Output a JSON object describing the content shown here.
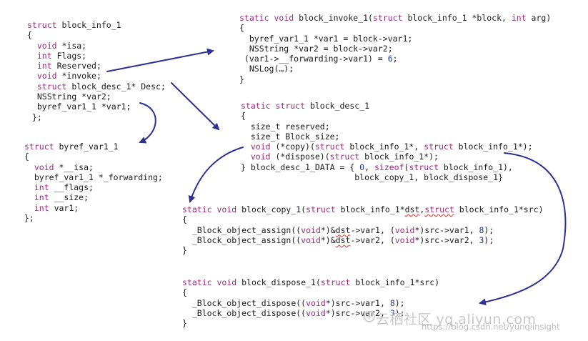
{
  "colors": {
    "keyword": "#a0287e",
    "number": "#1f3a93",
    "text": "#1a1a1a",
    "arrow": "#2e3192",
    "watermark": "#c8c8c8"
  },
  "blocks": [
    {
      "id": "block-info-1",
      "lines": [
        [
          {
            "t": "kw",
            "v": "struct"
          },
          {
            "t": "p",
            "v": " block_info_1"
          }
        ],
        [
          {
            "t": "p",
            "v": "{"
          }
        ],
        [
          {
            "t": "p",
            "v": "  "
          },
          {
            "t": "kw",
            "v": "void"
          },
          {
            "t": "p",
            "v": " *isa;"
          }
        ],
        [
          {
            "t": "p",
            "v": "  "
          },
          {
            "t": "kw",
            "v": "int"
          },
          {
            "t": "p",
            "v": " Flags;"
          }
        ],
        [
          {
            "t": "p",
            "v": "  "
          },
          {
            "t": "kw",
            "v": "int"
          },
          {
            "t": "p",
            "v": " Reserved;"
          }
        ],
        [
          {
            "t": "p",
            "v": "  "
          },
          {
            "t": "kw",
            "v": "void"
          },
          {
            "t": "p",
            "v": " *invoke;"
          }
        ],
        [
          {
            "t": "p",
            "v": "  "
          },
          {
            "t": "kw",
            "v": "struct"
          },
          {
            "t": "p",
            "v": " block_desc_1* Desc;"
          }
        ],
        [
          {
            "t": "p",
            "v": "  NSString *var2;"
          }
        ],
        [
          {
            "t": "p",
            "v": "  byref_var1_1 *var1;"
          }
        ],
        [
          {
            "t": "p",
            "v": " };"
          }
        ]
      ]
    },
    {
      "id": "byref-var1-1",
      "lines": [
        [
          {
            "t": "kw",
            "v": "struct"
          },
          {
            "t": "p",
            "v": " byref_var1_1"
          }
        ],
        [
          {
            "t": "p",
            "v": "{"
          }
        ],
        [
          {
            "t": "p",
            "v": "  "
          },
          {
            "t": "kw",
            "v": "void"
          },
          {
            "t": "p",
            "v": " *__isa;"
          }
        ],
        [
          {
            "t": "p",
            "v": "  byref_var1_1 *_forwarding;"
          }
        ],
        [
          {
            "t": "p",
            "v": "  "
          },
          {
            "t": "kw",
            "v": "int"
          },
          {
            "t": "p",
            "v": " __flags;"
          }
        ],
        [
          {
            "t": "p",
            "v": "  "
          },
          {
            "t": "kw",
            "v": "int"
          },
          {
            "t": "p",
            "v": " __size;"
          }
        ],
        [
          {
            "t": "p",
            "v": "  "
          },
          {
            "t": "kw",
            "v": "int"
          },
          {
            "t": "p",
            "v": " var1;"
          }
        ],
        [
          {
            "t": "p",
            "v": "};"
          }
        ]
      ]
    },
    {
      "id": "block-invoke-1",
      "lines": [
        [
          {
            "t": "kw",
            "v": "static"
          },
          {
            "t": "p",
            "v": " "
          },
          {
            "t": "kw",
            "v": "void"
          },
          {
            "t": "p",
            "v": " block_invoke_1("
          },
          {
            "t": "kw",
            "v": "struct"
          },
          {
            "t": "p",
            "v": " block_info_1 *block, "
          },
          {
            "t": "kw",
            "v": "int"
          },
          {
            "t": "p",
            "v": " arg)"
          }
        ],
        [
          {
            "t": "p",
            "v": "{"
          }
        ],
        [
          {
            "t": "p",
            "v": "  byref_var1_1 *var1 = block->var1;"
          }
        ],
        [
          {
            "t": "p",
            "v": "  NSString *var2 = block->var2;"
          }
        ],
        [
          {
            "t": "p",
            "v": " (var1->__forwarding->var1) = "
          },
          {
            "t": "num",
            "v": "6"
          },
          {
            "t": "p",
            "v": ";"
          }
        ],
        [
          {
            "t": "p",
            "v": "  NSLog(…);"
          }
        ],
        [
          {
            "t": "p",
            "v": "}"
          }
        ]
      ]
    },
    {
      "id": "block-desc-1",
      "lines": [
        [
          {
            "t": "kw",
            "v": "static"
          },
          {
            "t": "p",
            "v": " "
          },
          {
            "t": "kw",
            "v": "struct"
          },
          {
            "t": "p",
            "v": " block_desc_1"
          }
        ],
        [
          {
            "t": "p",
            "v": "{"
          }
        ],
        [
          {
            "t": "p",
            "v": "  size_t reserved;"
          }
        ],
        [
          {
            "t": "p",
            "v": "  size_t Block_size;"
          }
        ],
        [
          {
            "t": "p",
            "v": "  "
          },
          {
            "t": "kw",
            "v": "void"
          },
          {
            "t": "p",
            "v": " (*copy)("
          },
          {
            "t": "kw",
            "v": "struct"
          },
          {
            "t": "p",
            "v": " block_info_1*, "
          },
          {
            "t": "kw",
            "v": "struct"
          },
          {
            "t": "p",
            "v": " block_info_1*);"
          }
        ],
        [
          {
            "t": "p",
            "v": "  "
          },
          {
            "t": "kw",
            "v": "void"
          },
          {
            "t": "p",
            "v": " (*dispose)("
          },
          {
            "t": "kw",
            "v": "struct"
          },
          {
            "t": "p",
            "v": " block_info_1*);"
          }
        ],
        [
          {
            "t": "p",
            "v": "} block_desc_1_DATA = { "
          },
          {
            "t": "num",
            "v": "0"
          },
          {
            "t": "p",
            "v": ", "
          },
          {
            "t": "kw",
            "v": "sizeof"
          },
          {
            "t": "p",
            "v": "("
          },
          {
            "t": "kw",
            "v": "struct"
          },
          {
            "t": "p",
            "v": " block_info_1),"
          }
        ],
        [
          {
            "t": "p",
            "v": "                       block_copy_1, block_dispose_1}"
          }
        ]
      ]
    },
    {
      "id": "block-copy-1",
      "lines": [
        [
          {
            "t": "kw",
            "v": "static"
          },
          {
            "t": "p",
            "v": " "
          },
          {
            "t": "kw",
            "v": "void"
          },
          {
            "t": "p",
            "v": " block_copy_1("
          },
          {
            "t": "kw",
            "v": "struct"
          },
          {
            "t": "p",
            "v": " block_info_1*"
          },
          {
            "t": "sq",
            "v": "dst"
          },
          {
            "t": "p",
            "v": ","
          },
          {
            "t": "sqkw",
            "v": "struct"
          },
          {
            "t": "p",
            "v": " block_info_1*src)"
          }
        ],
        [
          {
            "t": "p",
            "v": "{"
          }
        ],
        [
          {
            "t": "p",
            "v": "  _Block_object_assign(("
          },
          {
            "t": "kw",
            "v": "void"
          },
          {
            "t": "p",
            "v": "*)&"
          },
          {
            "t": "sq",
            "v": "dst"
          },
          {
            "t": "p",
            "v": "->var1, ("
          },
          {
            "t": "kw",
            "v": "void"
          },
          {
            "t": "p",
            "v": "*)src->var1, "
          },
          {
            "t": "num",
            "v": "8"
          },
          {
            "t": "p",
            "v": ");"
          }
        ],
        [
          {
            "t": "p",
            "v": "  _Block_object_assign(("
          },
          {
            "t": "kw",
            "v": "void"
          },
          {
            "t": "p",
            "v": "*)&"
          },
          {
            "t": "sq",
            "v": "dst"
          },
          {
            "t": "p",
            "v": "->var2, ("
          },
          {
            "t": "kw",
            "v": "void"
          },
          {
            "t": "p",
            "v": "*)src->var2, "
          },
          {
            "t": "num",
            "v": "3"
          },
          {
            "t": "p",
            "v": ");"
          }
        ],
        [
          {
            "t": "p",
            "v": "}"
          }
        ]
      ]
    },
    {
      "id": "block-dispose-1",
      "lines": [
        [
          {
            "t": "kw",
            "v": "static"
          },
          {
            "t": "p",
            "v": " "
          },
          {
            "t": "kw",
            "v": "void"
          },
          {
            "t": "p",
            "v": " block_dispose_1("
          },
          {
            "t": "kw",
            "v": "struct"
          },
          {
            "t": "p",
            "v": " block_info_1*src)"
          }
        ],
        [
          {
            "t": "p",
            "v": "{"
          }
        ],
        [
          {
            "t": "p",
            "v": "  _Block_object_dispose(("
          },
          {
            "t": "kw",
            "v": "void"
          },
          {
            "t": "p",
            "v": "*)src->var1, "
          },
          {
            "t": "num",
            "v": "8"
          },
          {
            "t": "p",
            "v": ");"
          }
        ],
        [
          {
            "t": "p",
            "v": "  _Block_object_dispose(("
          },
          {
            "t": "kw",
            "v": "void"
          },
          {
            "t": "p",
            "v": "*)src->var2, "
          },
          {
            "t": "num",
            "v": "3"
          },
          {
            "t": "p",
            "v": ");"
          }
        ],
        [
          {
            "t": "p",
            "v": "}"
          }
        ]
      ]
    }
  ],
  "watermark": {
    "main": "云栖社区 yq.aliyun.com",
    "url": "https://blog.csdn.net/yunqiinsight"
  }
}
